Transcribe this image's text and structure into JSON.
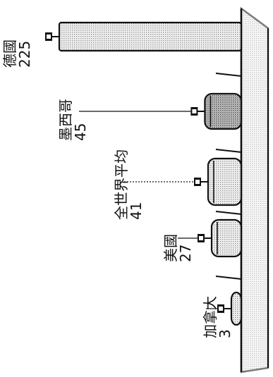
{
  "chart_data": {
    "type": "bar",
    "orientation": "horizontal (figure rotated 90°)",
    "title_visible": "",
    "categories": [
      "德國",
      "墨西哥",
      "全世界平均",
      "美國",
      "加拿大"
    ],
    "values": [
      225,
      45,
      41,
      27,
      3
    ],
    "value_labels": [
      "225",
      "45",
      "41",
      "27",
      "3"
    ],
    "style": "pictorial boxes with stippled fill on a table",
    "colors": {
      "ink": "#111111",
      "stipple": "#9a9a9a",
      "dark_stipple": "#6e6e6e"
    }
  }
}
